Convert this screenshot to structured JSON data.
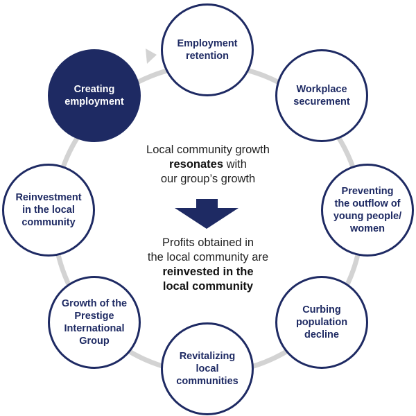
{
  "colors": {
    "navy": "#1e2a63",
    "ring": "#d3d3d3",
    "text": "#1f1f1f"
  },
  "cycle_nodes": [
    {
      "label": "Employment\nretention",
      "filled": false
    },
    {
      "label": "Workplace\nsecurement",
      "filled": false
    },
    {
      "label": "Preventing\nthe outflow of\nyoung people/\nwomen",
      "filled": false
    },
    {
      "label": "Curbing\npopulation\ndecline",
      "filled": false
    },
    {
      "label": "Revitalizing\nlocal\ncommunities",
      "filled": false
    },
    {
      "label": "Growth of the\nPrestige\nInternational\nGroup",
      "filled": false
    },
    {
      "label": "Reinvestment\nin the local\ncommunity",
      "filled": false
    },
    {
      "label": "Creating\nemployment",
      "filled": true
    }
  ],
  "center": {
    "upper": {
      "line1": "Local community growth",
      "line2_bold": "resonates",
      "line2_rest": " with",
      "line3": "our group’s growth"
    },
    "lower": {
      "line1": "Profits obtained in",
      "line2": "the local community are",
      "line3_bold": "reinvested in the",
      "line4_bold": "local community"
    }
  }
}
